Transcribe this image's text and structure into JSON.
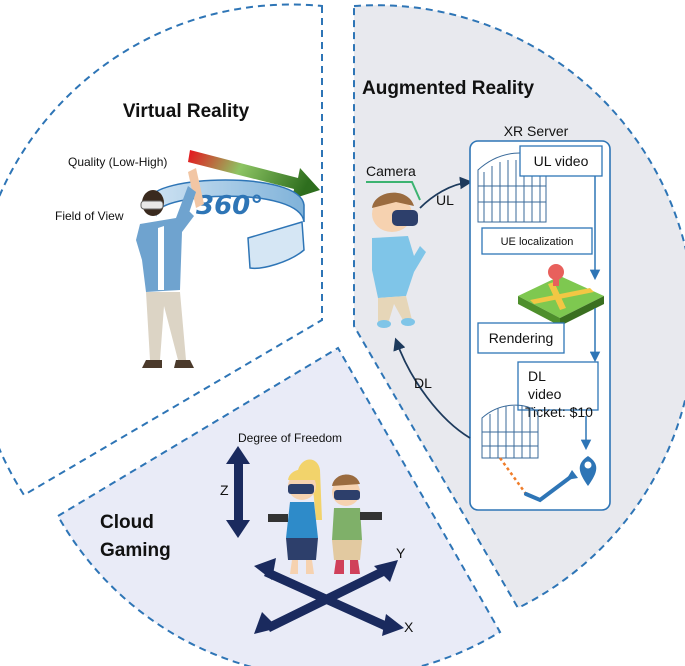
{
  "vr": {
    "title": "Virtual Reality",
    "quality_label": "Quality (Low-High)",
    "fov_label": "Field of View",
    "badge_360": "360°"
  },
  "ar": {
    "title": "Augmented Reality",
    "camera_label": "Camera",
    "ul_label": "UL",
    "dl_label": "DL",
    "server_title": "XR Server",
    "ul_video": "UL video",
    "ue_localization": "UE localization",
    "rendering": "Rendering",
    "dl_video_line1": "DL",
    "dl_video_line2": "video",
    "ticket": "Ticket: $10"
  },
  "cg": {
    "title_line1": "Cloud",
    "title_line2": "Gaming",
    "dof_label": "Degree of Freedom",
    "axis_z": "Z",
    "axis_x": "X",
    "axis_y": "Y"
  },
  "colors": {
    "sector_border": "#2e75b6",
    "ar_fill": "#e8e9ee",
    "cg_fill": "#e9ebf7",
    "navy": "#1a2a5e",
    "arrow_dark": "#1d3a5c",
    "quality_gradient": [
      "#e8111b",
      "#7bbf55",
      "#2e6e1e"
    ]
  }
}
